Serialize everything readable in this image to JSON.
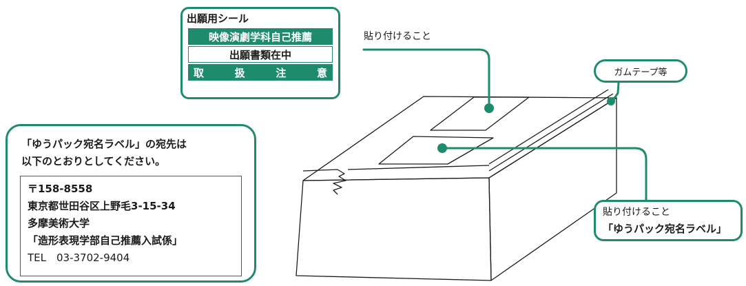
{
  "sticker": {
    "title": "出願用シール",
    "row1": "映像演劇学科自己推薦",
    "row2": "出願書類在中",
    "row3": [
      "取",
      "扱",
      "注",
      "意"
    ]
  },
  "top_label": "貼り付けること",
  "tape_label": "ガムテープ等",
  "right_callout": {
    "line1": "貼り付けること",
    "line2": "「ゆうパック宛名ラベル」"
  },
  "left_callout": {
    "intro_line1": "「ゆうパック宛名ラベル」の宛先は",
    "intro_line2": "以下のとおりとしてください。",
    "address": {
      "postal": "〒158-8558",
      "street": "東京都世田谷区上野毛3-15-34",
      "school": "多摩美術大学",
      "dept": "「造形表現学部自己推薦入試係」",
      "tel": "TEL　03-3702-9404"
    }
  },
  "colors": {
    "accent": "#1e8c6c",
    "line": "#1a1a1a"
  }
}
